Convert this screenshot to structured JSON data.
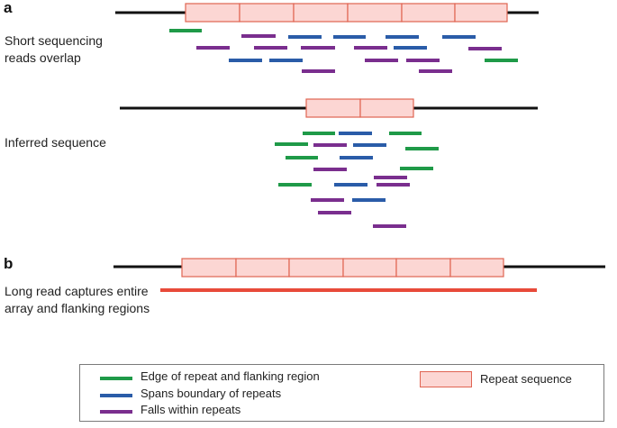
{
  "panel_a": {
    "letter": "a",
    "short_reads_label": [
      "Short sequencing",
      "reads overlap"
    ],
    "inferred_label": "Inferred sequence"
  },
  "panel_b": {
    "letter": "b",
    "long_read_label": [
      "Long read captures entire",
      "array and flanking regions"
    ]
  },
  "legend": {
    "edge": "Edge of repeat and flanking region",
    "spans": "Spans boundary of repeats",
    "within": "Falls within repeats",
    "repeat": "Repeat sequence"
  },
  "colors": {
    "edge": "#1f9a48",
    "spans": "#2a5ca8",
    "within": "#7a2e8e",
    "long_read": "#e84a3a",
    "repeat_fill": "#fcd6d3",
    "repeat_border": "#e06452",
    "backbone": "#111111"
  }
}
